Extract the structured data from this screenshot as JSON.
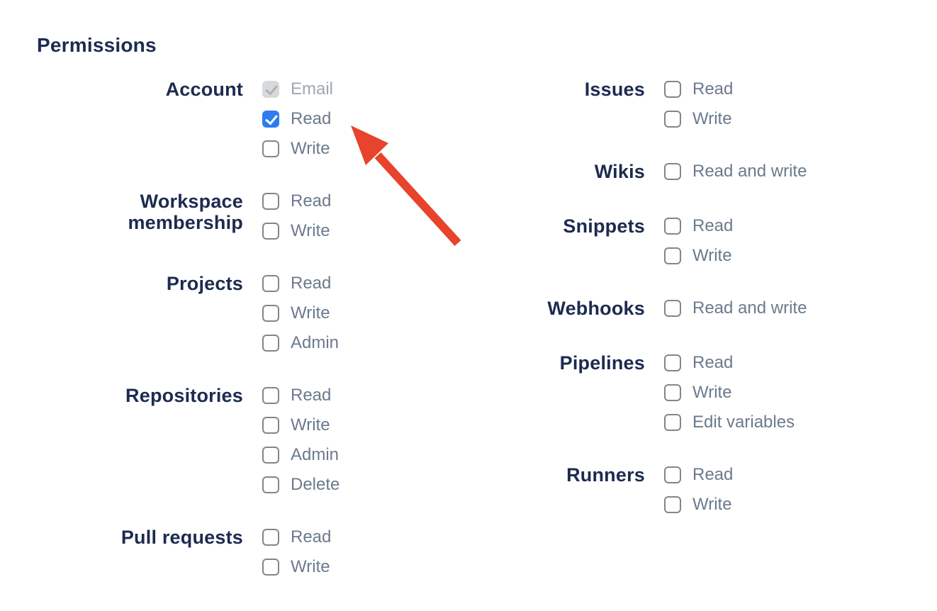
{
  "page": {
    "heading": "Permissions"
  },
  "colors": {
    "navy": "#1C2B4F",
    "option": "#6B7A8C",
    "option-disabled": "#9FA7B2",
    "cb-border": "#82868B",
    "cb-blue": "#2E7CF2",
    "cb-disabled": "#D7D9DB",
    "cb-disabled-check": "#AEB3B9",
    "arrow": "#E8432C"
  },
  "permissions": {
    "left": [
      {
        "label": "Account",
        "options": [
          {
            "label": "Email",
            "state": "disabled-checked"
          },
          {
            "label": "Read",
            "state": "checked"
          },
          {
            "label": "Write",
            "state": "unchecked"
          }
        ]
      },
      {
        "label": "Workspace membership",
        "options": [
          {
            "label": "Read",
            "state": "unchecked"
          },
          {
            "label": "Write",
            "state": "unchecked"
          }
        ]
      },
      {
        "label": "Projects",
        "options": [
          {
            "label": "Read",
            "state": "unchecked"
          },
          {
            "label": "Write",
            "state": "unchecked"
          },
          {
            "label": "Admin",
            "state": "unchecked"
          }
        ]
      },
      {
        "label": "Repositories",
        "options": [
          {
            "label": "Read",
            "state": "unchecked"
          },
          {
            "label": "Write",
            "state": "unchecked"
          },
          {
            "label": "Admin",
            "state": "unchecked"
          },
          {
            "label": "Delete",
            "state": "unchecked"
          }
        ]
      },
      {
        "label": "Pull requests",
        "options": [
          {
            "label": "Read",
            "state": "unchecked"
          },
          {
            "label": "Write",
            "state": "unchecked"
          }
        ]
      }
    ],
    "right": [
      {
        "label": "Issues",
        "options": [
          {
            "label": "Read",
            "state": "unchecked"
          },
          {
            "label": "Write",
            "state": "unchecked"
          }
        ]
      },
      {
        "label": "Wikis",
        "options": [
          {
            "label": "Read and write",
            "state": "unchecked"
          }
        ]
      },
      {
        "label": "Snippets",
        "options": [
          {
            "label": "Read",
            "state": "unchecked"
          },
          {
            "label": "Write",
            "state": "unchecked"
          }
        ]
      },
      {
        "label": "Webhooks",
        "options": [
          {
            "label": "Read and write",
            "state": "unchecked"
          }
        ]
      },
      {
        "label": "Pipelines",
        "options": [
          {
            "label": "Read",
            "state": "unchecked"
          },
          {
            "label": "Write",
            "state": "unchecked"
          },
          {
            "label": "Edit variables",
            "state": "unchecked"
          }
        ]
      },
      {
        "label": "Runners",
        "options": [
          {
            "label": "Read",
            "state": "unchecked"
          },
          {
            "label": "Write",
            "state": "unchecked"
          }
        ]
      }
    ]
  },
  "annotation": {
    "type": "arrow",
    "points_at": "account-read-checkbox",
    "color": "#E8432C"
  }
}
